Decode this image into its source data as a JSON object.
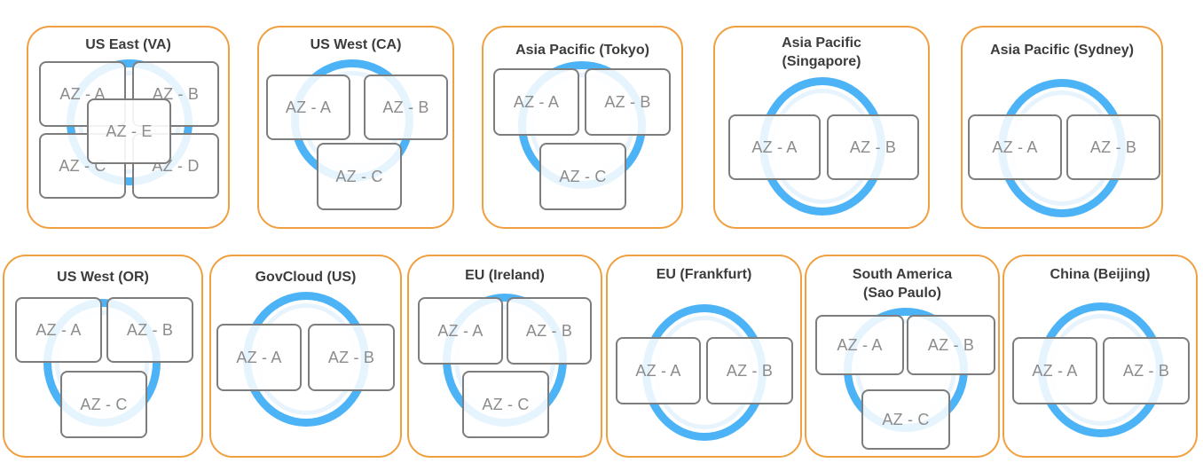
{
  "regions": [
    {
      "title": "US East (VA)",
      "zones": [
        "AZ - A",
        "AZ - B",
        "AZ - E",
        "AZ - C",
        "AZ - D"
      ]
    },
    {
      "title": "US West (CA)",
      "zones": [
        "AZ - A",
        "AZ - B",
        "AZ - C"
      ]
    },
    {
      "title": "Asia Pacific (Tokyo)",
      "zones": [
        "AZ - A",
        "AZ - B",
        "AZ - C"
      ]
    },
    {
      "title": "Asia Pacific\n(Singapore)",
      "zones": [
        "AZ - A",
        "AZ - B"
      ]
    },
    {
      "title": "Asia Pacific (Sydney)",
      "zones": [
        "AZ - A",
        "AZ - B"
      ]
    },
    {
      "title": "US West  (OR)",
      "zones": [
        "AZ - A",
        "AZ - B",
        "AZ - C"
      ]
    },
    {
      "title": "GovCloud (US)",
      "zones": [
        "AZ - A",
        "AZ - B"
      ]
    },
    {
      "title": "EU (Ireland)",
      "zones": [
        "AZ - A",
        "AZ - B",
        "AZ - C"
      ]
    },
    {
      "title": "EU (Frankfurt)",
      "zones": [
        "AZ - A",
        "AZ - B"
      ]
    },
    {
      "title": "South America\n(Sao Paulo)",
      "zones": [
        "AZ - A",
        "AZ - B",
        "AZ - C"
      ]
    },
    {
      "title": "China (Beijing)",
      "zones": [
        "AZ - A",
        "AZ - B"
      ]
    }
  ],
  "colors": {
    "region_border": "#f0a040",
    "ring": "#4db3f7",
    "zone_border": "#7d7d7d",
    "zone_text": "#8c8c8c",
    "title_text": "#3c3c3c"
  }
}
